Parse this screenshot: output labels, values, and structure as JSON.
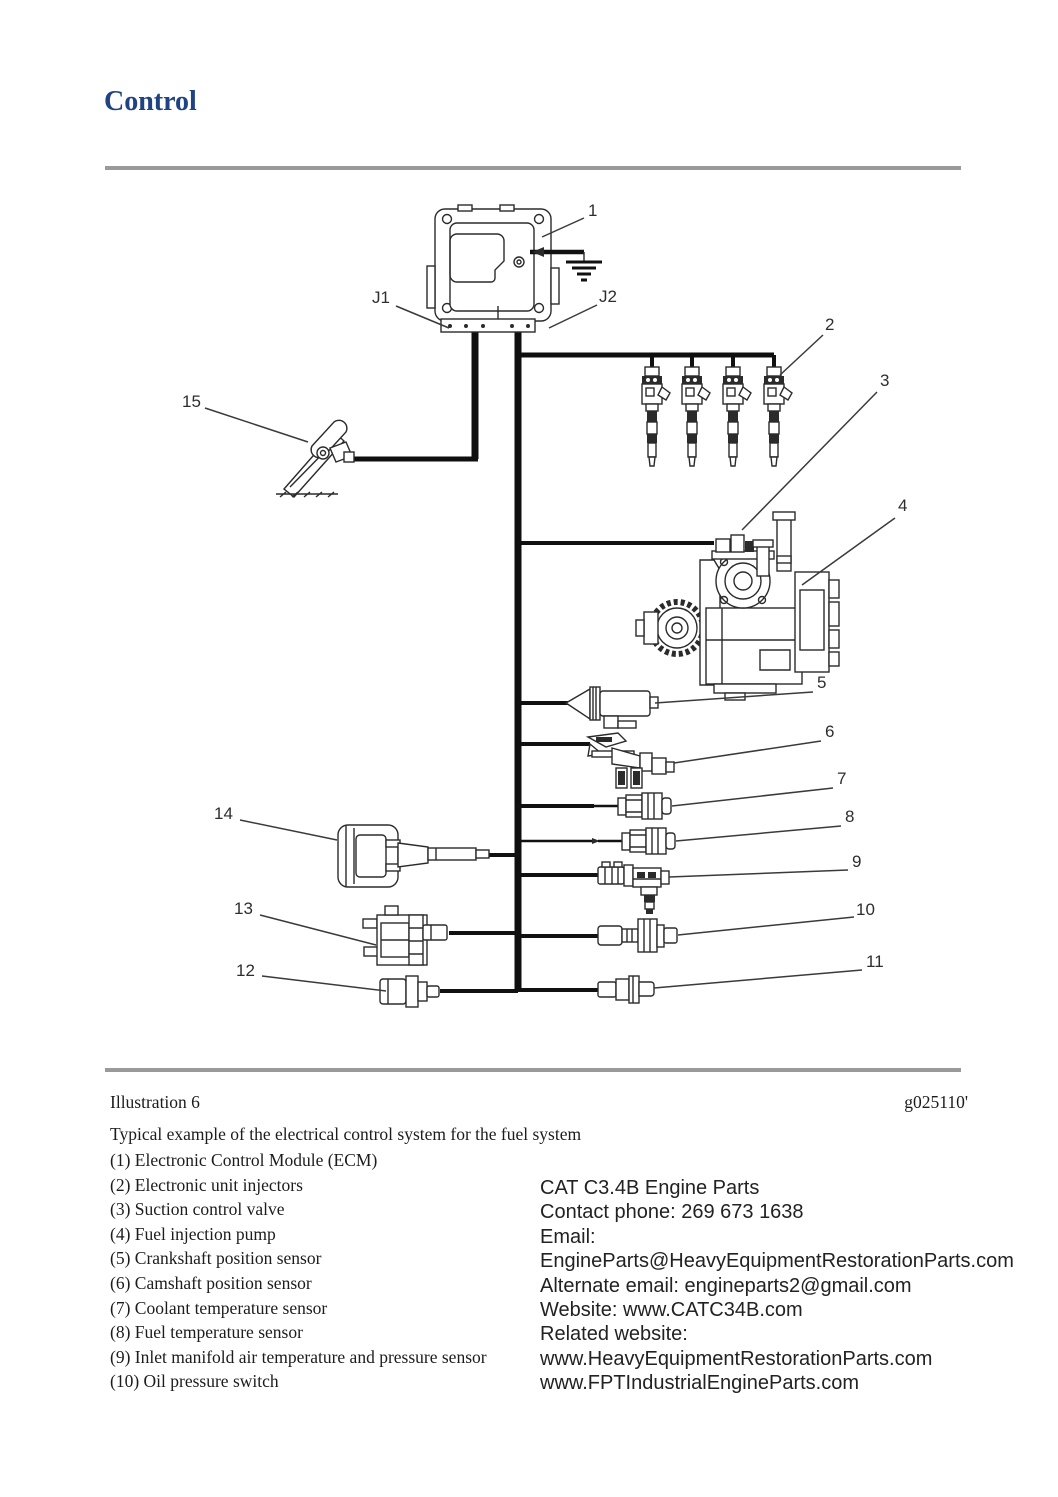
{
  "doc": {
    "title": "Control",
    "illustration_label": "Illustration 6",
    "illustration_code": "g025110'",
    "caption": "Typical example of the electrical control system for the fuel system",
    "legend": [
      "(1) Electronic Control Module (ECM)",
      "(2) Electronic unit injectors",
      "(3) Suction control valve",
      "(4) Fuel injection pump",
      "(5) Crankshaft position sensor",
      "(6) Camshaft position sensor",
      "(7) Coolant temperature sensor",
      "(8) Fuel temperature sensor",
      "(9) Inlet manifold air temperature and pressure sensor",
      "(10) Oil pressure switch"
    ]
  },
  "diagram": {
    "callouts": {
      "n1": "1",
      "n2": "2",
      "n3": "3",
      "n4": "4",
      "n5": "5",
      "n6": "6",
      "n7": "7",
      "n8": "8",
      "n9": "9",
      "n10": "10",
      "n11": "11",
      "n12": "12",
      "n13": "13",
      "n14": "14",
      "n15": "15",
      "j1": "J1",
      "j2": "J2"
    }
  },
  "contact": {
    "lines": [
      "CAT C3.4B Engine Parts",
      "Contact phone: 269 673 1638",
      "Email:",
      "EngineParts@HeavyEquipmentRestorationParts.com",
      "Alternate email: engineparts2@gmail.com",
      "Website: www.CATC34B.com",
      "Related website:",
      "www.HeavyEquipmentRestorationParts.com",
      "www.FPTIndustrialEngineParts.com"
    ]
  },
  "colors": {
    "title_blue": "#1f4383",
    "rule_gray": "#9a9a9a",
    "ink": "#2b2b2b"
  }
}
